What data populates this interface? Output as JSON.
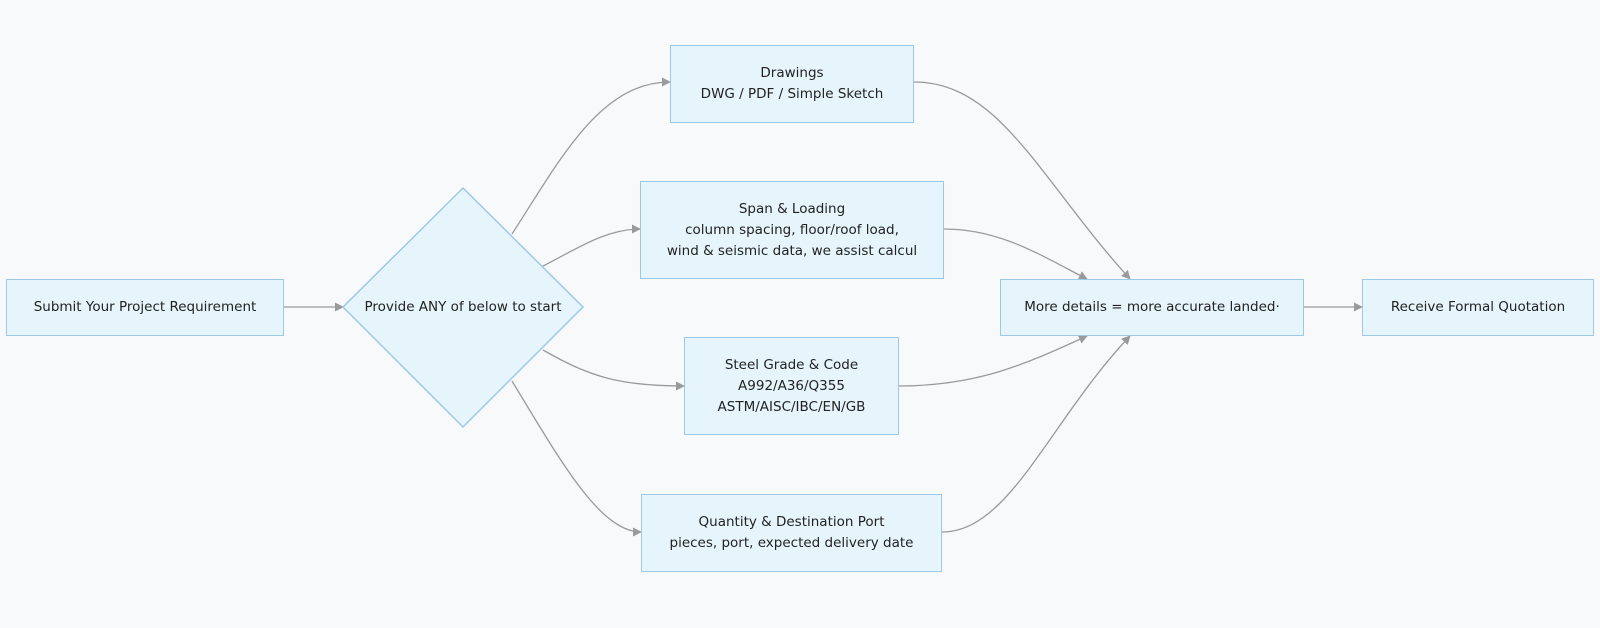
{
  "nodes": {
    "submit": {
      "lines": [
        "Submit Your Project Requirement"
      ]
    },
    "provide": {
      "lines": [
        "Provide ANY of below to start"
      ]
    },
    "drawings": {
      "lines": [
        "Drawings",
        "DWG / PDF / Simple Sketch"
      ]
    },
    "span": {
      "lines": [
        "Span & Loading",
        "column spacing, floor/roof load,",
        "wind & seismic data, we assist calcul"
      ]
    },
    "steel": {
      "lines": [
        "Steel Grade & Code",
        "A992/A36/Q355",
        "ASTM/AISC/IBC/EN/GB"
      ]
    },
    "quantity": {
      "lines": [
        "Quantity & Destination Port",
        "pieces, port, expected delivery date"
      ]
    },
    "details": {
      "lines": [
        "More details = more accurate landed·"
      ]
    },
    "quotation": {
      "lines": [
        "Receive Formal Quotation"
      ]
    }
  },
  "edges": [
    {
      "from": "submit",
      "to": "provide"
    },
    {
      "from": "provide",
      "to": "drawings"
    },
    {
      "from": "provide",
      "to": "span"
    },
    {
      "from": "provide",
      "to": "steel"
    },
    {
      "from": "provide",
      "to": "quantity"
    },
    {
      "from": "drawings",
      "to": "details"
    },
    {
      "from": "span",
      "to": "details"
    },
    {
      "from": "steel",
      "to": "details"
    },
    {
      "from": "quantity",
      "to": "details"
    },
    {
      "from": "details",
      "to": "quotation"
    }
  ],
  "colors": {
    "node_fill": "#e6f5fc",
    "node_stroke": "#9dc9e8",
    "edge": "#9a9a9a",
    "background": "#f8f9fb"
  }
}
